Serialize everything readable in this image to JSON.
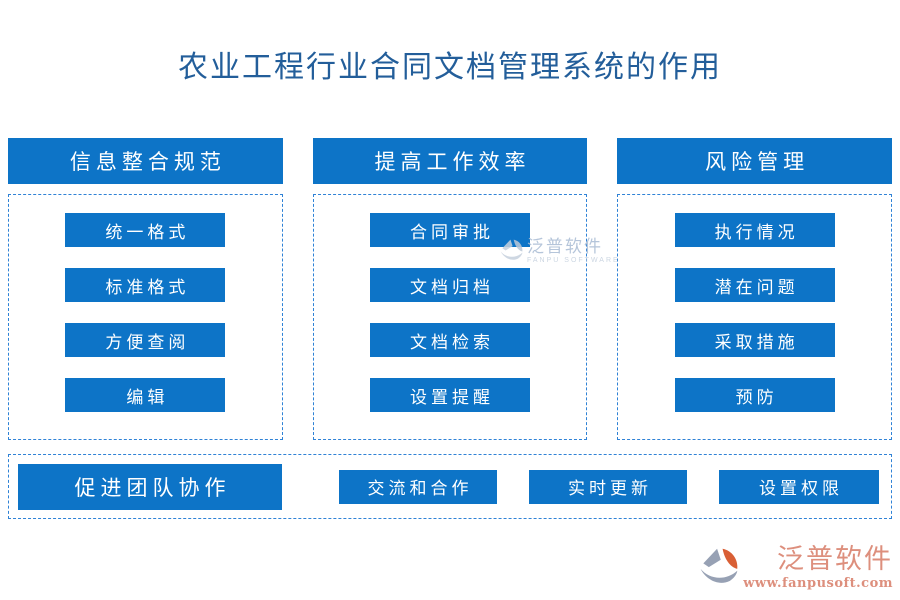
{
  "title": "农业工程行业合同文档管理系统的作用",
  "colors": {
    "primary_blue": "#0d74c7",
    "dashed_border_blue": "#2f82d6",
    "title_blue": "#235e9a",
    "watermark_gray": "#a9bcd4",
    "logo_salmon": "#dd8f7d",
    "logo_gray": "#97a1b4",
    "logo_orange": "#d95f35"
  },
  "sections": [
    {
      "header": "信息整合规范",
      "items": [
        "统一格式",
        "标准格式",
        "方便查阅",
        "编辑"
      ]
    },
    {
      "header": "提高工作效率",
      "items": [
        "合同审批",
        "文档归档",
        "文档检索",
        "设置提醒"
      ]
    },
    {
      "header": "风险管理",
      "items": [
        "执行情况",
        "潜在问题",
        "采取措施",
        "预防"
      ]
    }
  ],
  "bottom": {
    "header": "促进团队协作",
    "items": [
      "交流和合作",
      "实时更新",
      "设置权限"
    ]
  },
  "watermark": {
    "brand": "泛普软件",
    "sub": "FANPU SOFTWARE"
  },
  "footer": {
    "brand": "泛普软件",
    "url": "www.fanpusoft.com"
  }
}
